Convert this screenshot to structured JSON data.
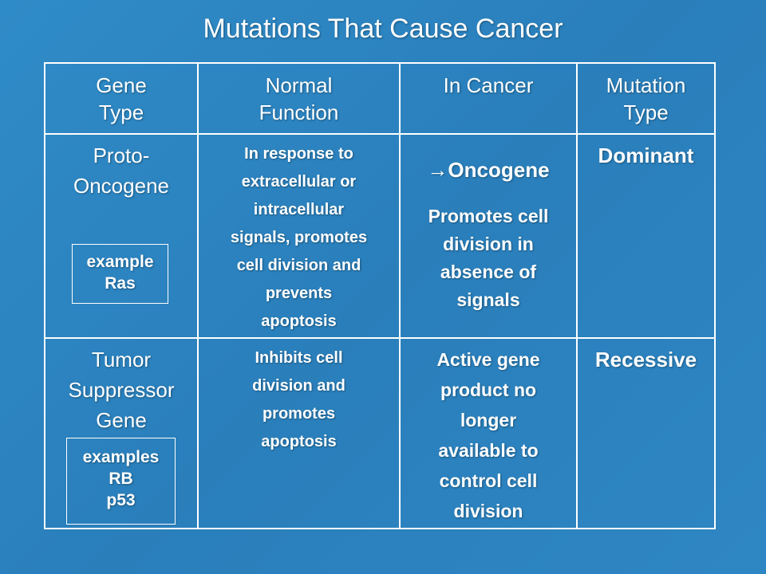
{
  "title": "Mutations That Cause Cancer",
  "headers": [
    "Gene\nType",
    "Normal\nFunction",
    "In Cancer",
    "Mutation\nType"
  ],
  "rows": [
    {
      "gene_type": "Proto-\nOncogene",
      "example": "example\nRas",
      "normal_function": "In response to\nextracellular or\nintracellular\nsignals, promotes\ncell division and\nprevents\napoptosis",
      "in_cancer_arrow": "→",
      "in_cancer_title": "Oncogene",
      "in_cancer_text": "Promotes cell\ndivision in\nabsence of\nsignals",
      "mutation_type": "Dominant"
    },
    {
      "gene_type": "Tumor\nSuppressor\nGene",
      "example": "examples\nRB\np53",
      "normal_function": "Inhibits cell\ndivision and\npromotes\napoptosis",
      "in_cancer_text": "Active gene\nproduct no\nlonger\navailable to\ncontrol cell\ndivision",
      "mutation_type": "Recessive"
    }
  ],
  "colors": {
    "background": "#2a7fbb",
    "text": "#ffffff",
    "grid": "#ffffff"
  }
}
